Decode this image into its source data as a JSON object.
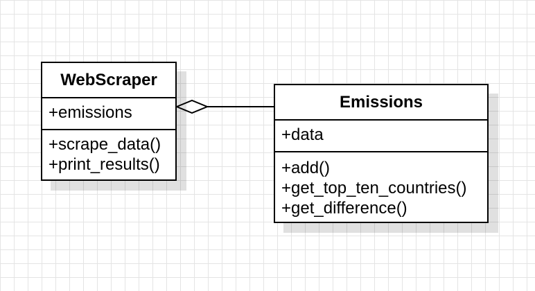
{
  "diagram": {
    "classes": [
      {
        "name": "WebScraper",
        "attributes": [
          "+emissions"
        ],
        "operations": [
          "+scrape_data()",
          "+print_results()"
        ]
      },
      {
        "name": "Emissions",
        "attributes": [
          "+data"
        ],
        "operations": [
          "+add()",
          "+get_top_ten_countries()",
          "+get_difference()"
        ]
      }
    ],
    "relationship": {
      "type": "aggregation",
      "from": "WebScraper",
      "to": "Emissions",
      "line_color": "#000000"
    }
  },
  "colors": {
    "background": "#ffffff",
    "grid": "#e4e4e4",
    "stroke": "#000000"
  }
}
